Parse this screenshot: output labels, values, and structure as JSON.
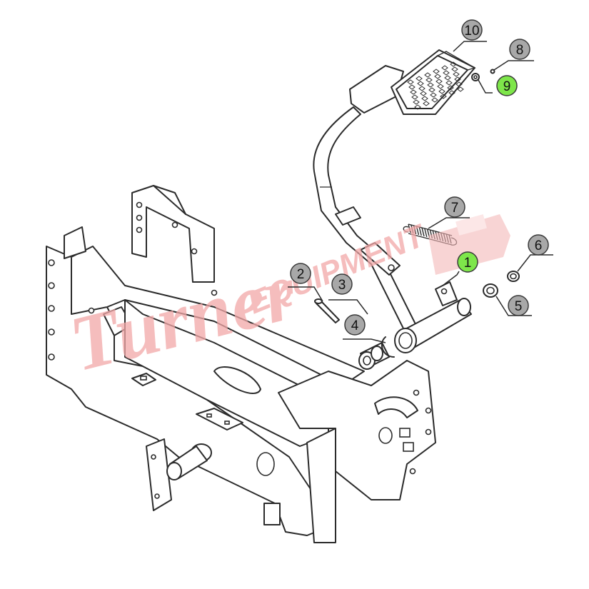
{
  "callouts": [
    {
      "id": "1",
      "highlighted": true
    },
    {
      "id": "2",
      "highlighted": false
    },
    {
      "id": "3",
      "highlighted": false
    },
    {
      "id": "4",
      "highlighted": false
    },
    {
      "id": "5",
      "highlighted": false
    },
    {
      "id": "6",
      "highlighted": false
    },
    {
      "id": "7",
      "highlighted": false
    },
    {
      "id": "8",
      "highlighted": false
    },
    {
      "id": "9",
      "highlighted": true
    },
    {
      "id": "10",
      "highlighted": false
    }
  ],
  "watermark": {
    "script": "Turner",
    "block": "EQUIPMENT",
    "color": "#f2a8a8"
  },
  "colors": {
    "callout_fill": "#a8a8a8",
    "highlight_fill": "#7ee64a",
    "line": "#2b2b2b"
  }
}
